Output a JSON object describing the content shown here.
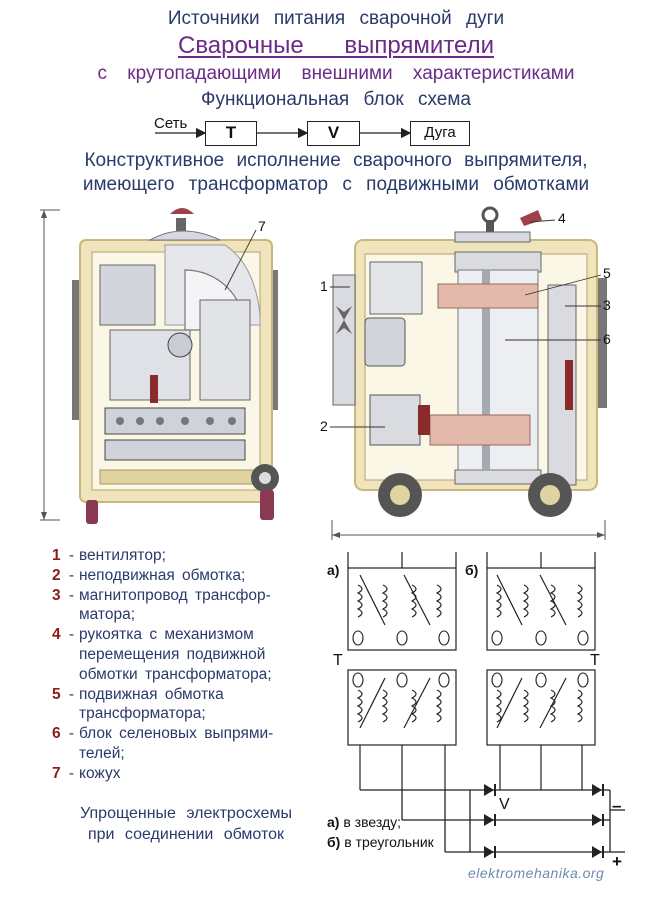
{
  "header": {
    "line1": "Источники питания сварочной дуги",
    "line2": "Сварочные выпрямители",
    "line3": "с крутопадающими внешними характеристиками",
    "line4": "Функциональная блок схема"
  },
  "block_diagram": {
    "input_label": "Сеть",
    "blocks": [
      "T",
      "V",
      "Дуга"
    ]
  },
  "construction_title": {
    "line1": "Конструктивное исполнение сварочного выпрямителя,",
    "line2": "имеющего трансформатор с подвижными обмотками"
  },
  "callouts": [
    "1",
    "2",
    "3",
    "4",
    "5",
    "6",
    "7"
  ],
  "legend": [
    {
      "num": "1",
      "text": "вентилятор;"
    },
    {
      "num": "2",
      "text": "неподвижная обмотка;"
    },
    {
      "num": "3",
      "text": "магнитопровод трансфор-\nматора;"
    },
    {
      "num": "4",
      "text": "рукоятка с механизмом\nперемещения подвижной\nобмотки трансформатора;"
    },
    {
      "num": "5",
      "text": "подвижная обмотка\nтрансформатора;"
    },
    {
      "num": "6",
      "text": "блок селеновых выпрями-\nтелей;"
    },
    {
      "num": "7",
      "text": "кожух"
    }
  ],
  "caption": {
    "line1": "Упрощенные электросхемы",
    "line2": "при соединении обмоток"
  },
  "schemes": {
    "a_label": "а)",
    "b_label": "б)",
    "t_label_left": "T",
    "t_label_right": "T",
    "v_label": "V",
    "minus": "–",
    "plus": "+"
  },
  "connection_kinds": [
    {
      "key": "а)",
      "text": "в звезду;"
    },
    {
      "key": "б)",
      "text": "в треугольник"
    }
  ],
  "watermark": "elektromehanika.org",
  "colors": {
    "title_blue": "#2a3a6a",
    "title_purple": "#6b2b87",
    "housing": "#efe4bc",
    "housing_edge": "#c9b77e",
    "winding": "#e2b8ab",
    "metal": "#c9ccd3"
  }
}
